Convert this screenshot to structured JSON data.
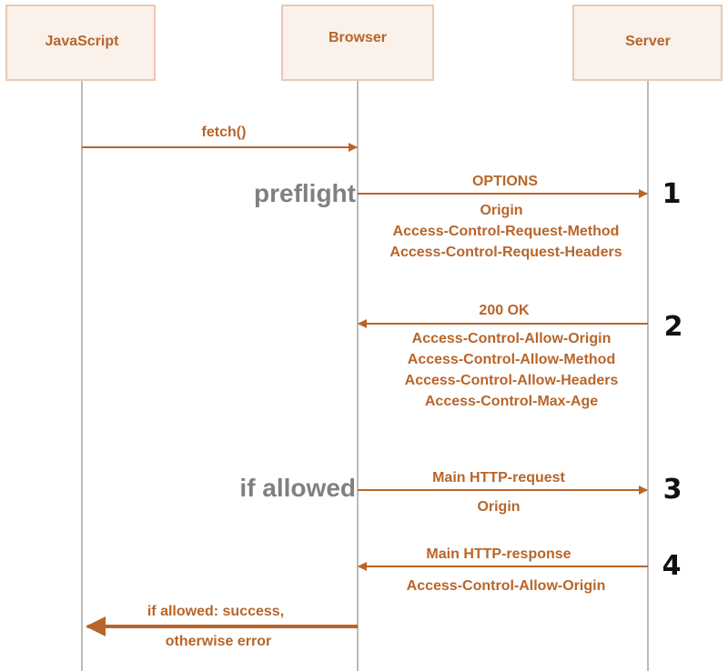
{
  "actors": [
    {
      "name": "JavaScript"
    },
    {
      "name": "Browser"
    },
    {
      "name": "Server"
    }
  ],
  "messages": [
    {
      "label": "fetch()",
      "details": []
    },
    {
      "label": "OPTIONS",
      "details": [
        "Origin",
        "Access-Control-Request-Method",
        "Access-Control-Request-Headers"
      ]
    },
    {
      "label": "200 OK",
      "details": [
        "Access-Control-Allow-Origin",
        "Access-Control-Allow-Method",
        "Access-Control-Allow-Headers",
        "Access-Control-Max-Age"
      ]
    },
    {
      "label": "Main HTTP-request",
      "details": [
        "Origin"
      ]
    },
    {
      "label": "Main HTTP-response",
      "details": [
        "Access-Control-Allow-Origin"
      ]
    },
    {
      "label": "if allowed: success,",
      "details": [
        "otherwise error"
      ]
    }
  ],
  "side_labels": [
    "preflight",
    "if allowed"
  ],
  "step_numbers": [
    "1",
    "2",
    "3",
    "4"
  ],
  "colors": {
    "accent": "#b8652a",
    "box_fill": "#faf1ea",
    "box_border": "#e8c9b5",
    "lifeline": "#777777",
    "side_label": "#808080",
    "number": "#111111"
  }
}
